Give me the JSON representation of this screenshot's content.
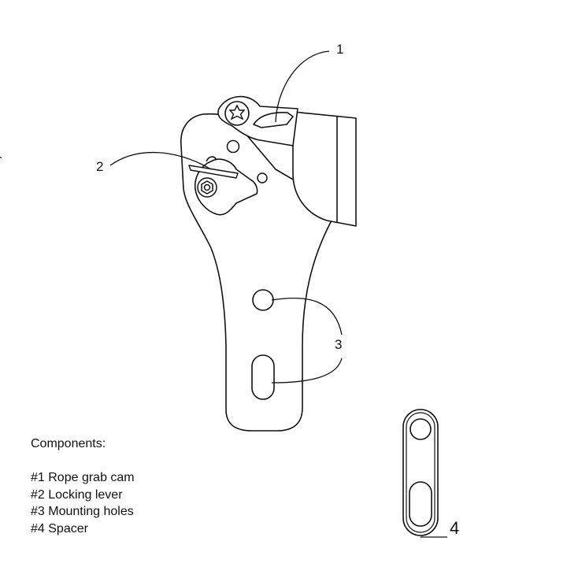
{
  "callouts": {
    "c1": "1",
    "c2": "2",
    "c3": "3",
    "c4": "4"
  },
  "legend": {
    "heading": "Components:",
    "items": [
      "#1 Rope grab cam",
      "#2 Locking lever",
      "#3 Mounting holes",
      "#4 Spacer"
    ]
  }
}
